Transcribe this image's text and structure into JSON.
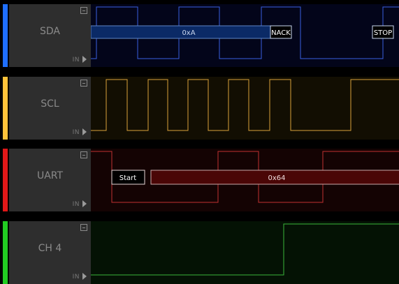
{
  "channels": [
    {
      "name": "SDA",
      "color": "#1f6fff",
      "fill": "#03051a",
      "line": "#3a5fe0",
      "in_label": "IN",
      "decodes": [
        {
          "text": "0xA",
          "style": "bus"
        },
        {
          "text": "NACK",
          "style": "tag"
        },
        {
          "text": "STOP",
          "style": "tag"
        }
      ]
    },
    {
      "name": "SCL",
      "color": "#ffc33a",
      "fill": "#120e02",
      "line": "#d9a23a",
      "in_label": "IN",
      "decodes": []
    },
    {
      "name": "UART",
      "color": "#e01818",
      "fill": "#140303",
      "line": "#c23030",
      "in_label": "IN",
      "decodes": [
        {
          "text": "Start",
          "style": "tag"
        },
        {
          "text": "0x64",
          "style": "bus"
        }
      ]
    },
    {
      "name": "CH 4",
      "color": "#22cc22",
      "fill": "#041204",
      "line": "#3ab53a",
      "in_label": "IN",
      "decodes": []
    }
  ]
}
